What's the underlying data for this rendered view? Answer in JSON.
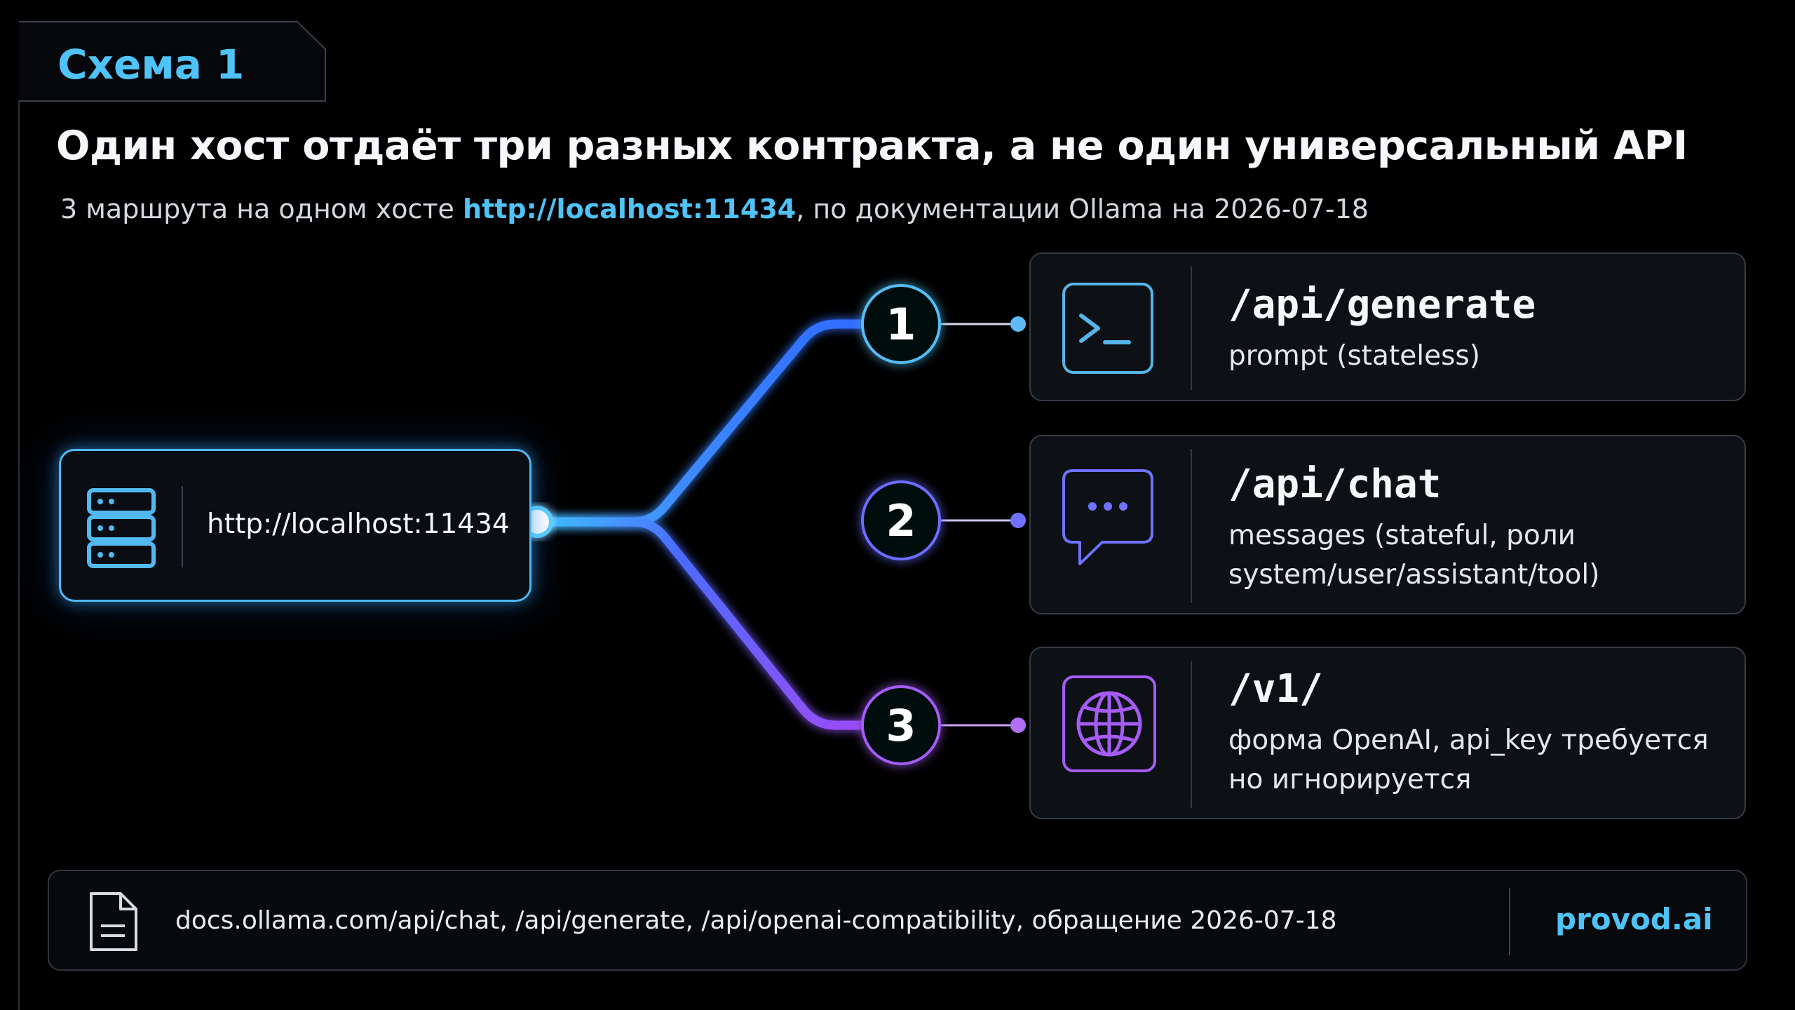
{
  "header": {
    "tab_label": "Схема 1",
    "title": "Один хост отдаёт три разных контракта, а не один универсальный API",
    "subtitle_prefix": "3 маршрута на одном хосте ",
    "subtitle_link": "http://localhost:11434",
    "subtitle_suffix": ", по документации Ollama на 2026-07-18"
  },
  "host": {
    "label": "http://localhost:11434",
    "icon": "server-icon"
  },
  "routes": [
    {
      "number": "1",
      "path": "/api/generate",
      "description": "prompt (stateless)",
      "icon": "terminal-icon",
      "color": "#4fb8f0"
    },
    {
      "number": "2",
      "path": "/api/chat",
      "description": "messages (stateful, роли system/user/assistant/tool)",
      "icon": "chat-bubble-icon",
      "color": "#6f72ff"
    },
    {
      "number": "3",
      "path": "/v1/",
      "description": "форма OpenAI, api_key требуется но игнорируется",
      "icon": "globe-icon",
      "color": "#a45cf5"
    }
  ],
  "footer": {
    "source": "docs.ollama.com/api/chat, /api/generate, /api/openai-compatibility, обращение 2026-07-18",
    "brand": "provod.ai",
    "icon": "document-icon"
  },
  "colors": {
    "background": "#000000",
    "accent": "#4fc3f7",
    "route1": "#4fb8f0",
    "route2": "#6f72ff",
    "route3": "#a45cf5"
  }
}
